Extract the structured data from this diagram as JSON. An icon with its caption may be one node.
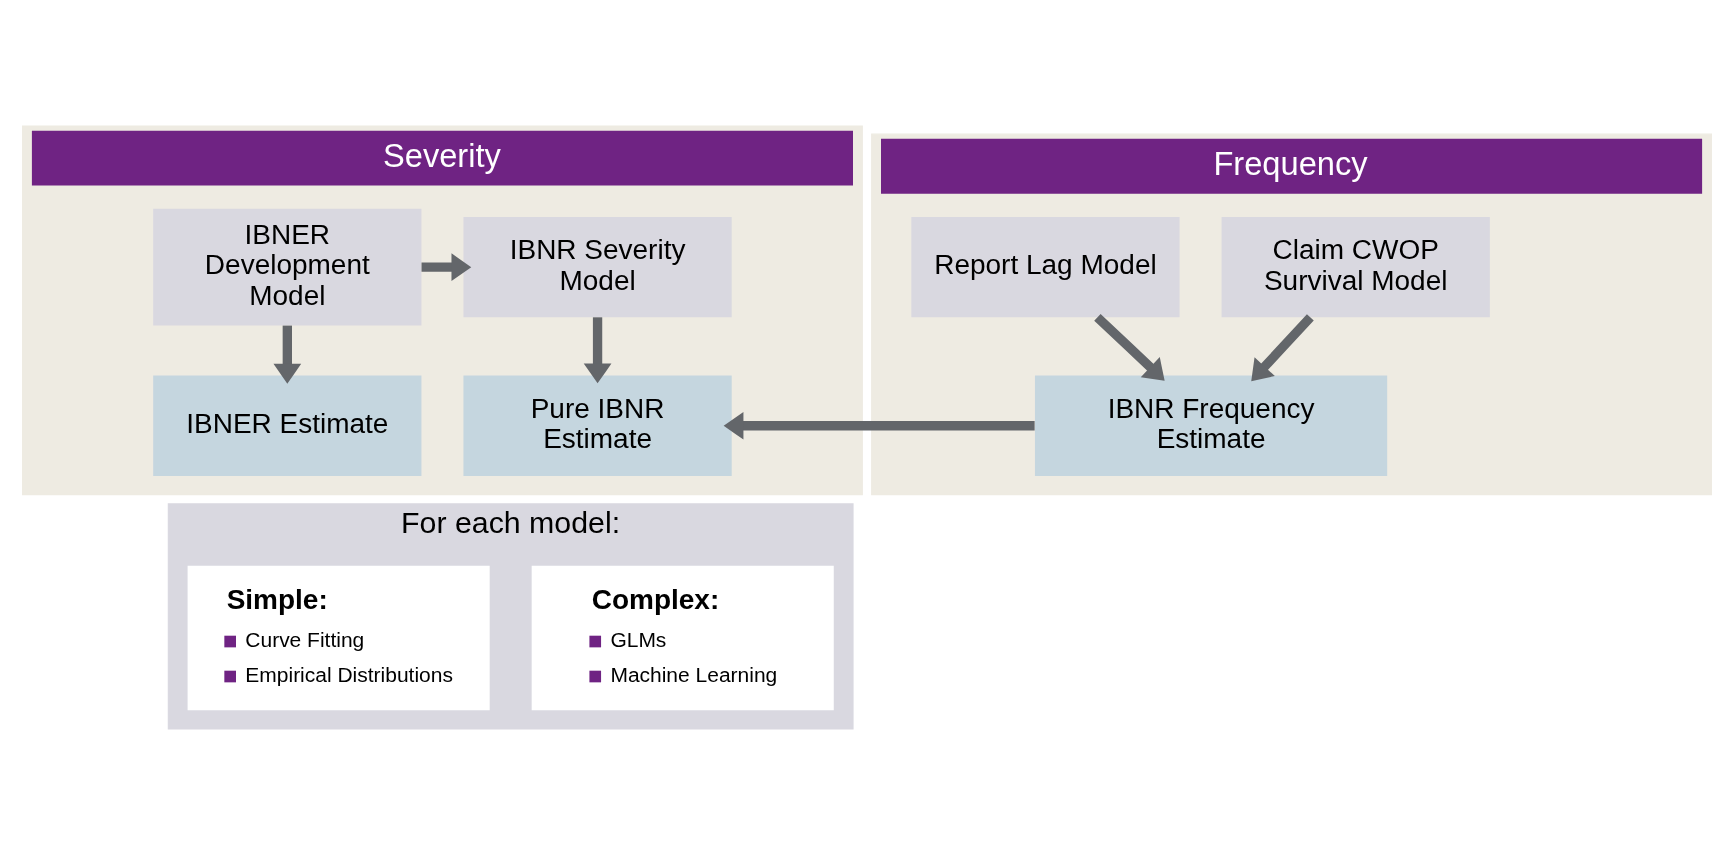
{
  "diagram": {
    "nodes": [
      {
        "text": [
          "Severity"
        ]
      },
      {
        "text": [
          "IBNER Development Model"
        ],
        "in": 0
      },
      {
        "text": [
          "IBNR Severity Model"
        ],
        "in": 0
      },
      {
        "text": [
          "IBNER Estimate"
        ],
        "in": 0
      },
      {
        "text": [
          "Pure IBNR Estimate"
        ],
        "in": 0
      },
      {
        "text": [
          "Frequency"
        ]
      },
      {
        "text": [
          "Report Lag Model"
        ],
        "in": 5
      },
      {
        "text": [
          "Claim CWOP Survival Model"
        ],
        "in": 5
      },
      {
        "text": [
          "IBNR Frequency Estimate"
        ],
        "in": 5
      },
      {
        "text": [
          "For each model:"
        ]
      },
      {
        "text": [
          "Simple:",
          "Curve Fitting",
          "Empirical Distributions"
        ],
        "in": 9
      },
      {
        "text": [
          "Complex:",
          "GLMs",
          "Machine Learning"
        ],
        "in": 9
      }
    ],
    "edges": [
      {
        "from": 1,
        "to": 2,
        "arrow": "to"
      },
      {
        "from": 1,
        "to": 3,
        "arrow": "to"
      },
      {
        "from": 2,
        "to": 4,
        "arrow": "to"
      },
      {
        "from": 6,
        "to": 8,
        "arrow": "to"
      },
      {
        "from": 7,
        "to": 8,
        "arrow": "to"
      },
      {
        "from": 8,
        "to": 4,
        "arrow": "to"
      }
    ]
  }
}
